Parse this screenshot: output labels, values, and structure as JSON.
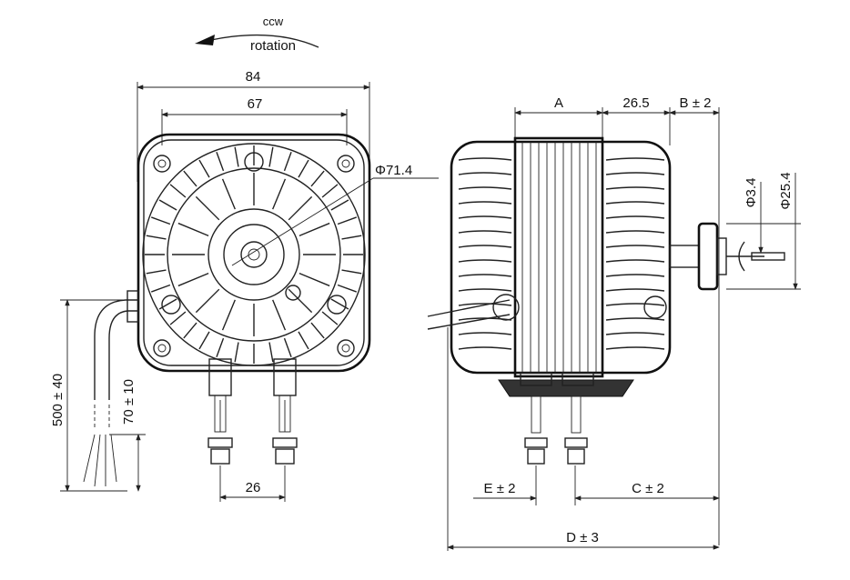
{
  "rotation": {
    "line1": "ccw",
    "line2": "rotation"
  },
  "dimensions": {
    "width_outer": "84",
    "width_inner": "67",
    "diameter_body": "Φ71.4",
    "lead_length": "500 ± 40",
    "strip_length": "70 ± 10",
    "terminal_spacing": "26",
    "dim_a": "A",
    "dim_shaft_offset": "26.5",
    "dim_b": "B ± 2",
    "shaft_diameter": "Φ3.4",
    "flange_diameter": "Φ25.4",
    "dim_e": "E ± 2",
    "dim_c": "C ± 2",
    "dim_d": "D ± 3"
  }
}
